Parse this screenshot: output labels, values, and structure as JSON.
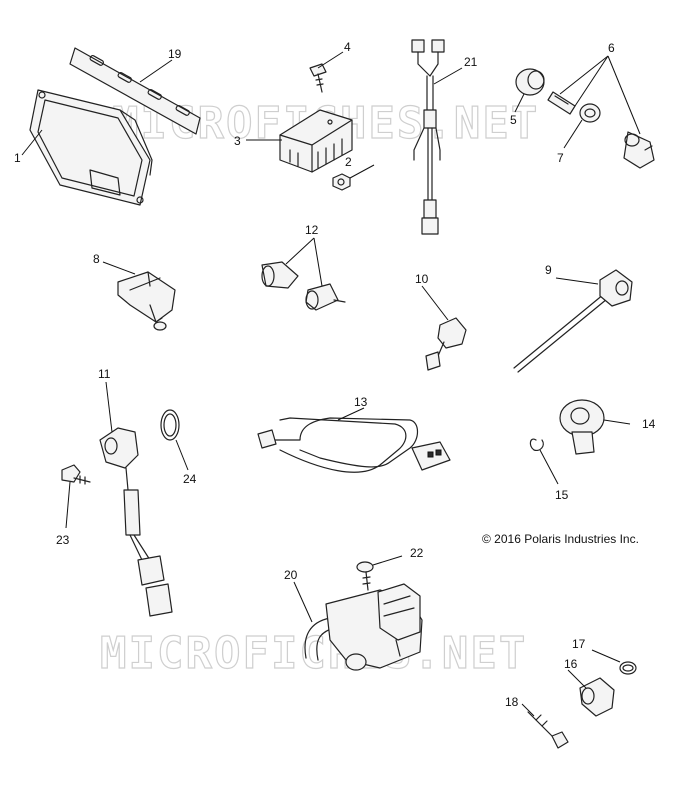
{
  "watermark": "MICROFICHES.NET",
  "copyright": "© 2016 Polaris Industries Inc.",
  "callouts": [
    "1",
    "2",
    "3",
    "4",
    "5",
    "6",
    "7",
    "8",
    "9",
    "10",
    "11",
    "12",
    "13",
    "14",
    "15",
    "16",
    "17",
    "18",
    "19",
    "20",
    "21",
    "22",
    "23",
    "24"
  ]
}
